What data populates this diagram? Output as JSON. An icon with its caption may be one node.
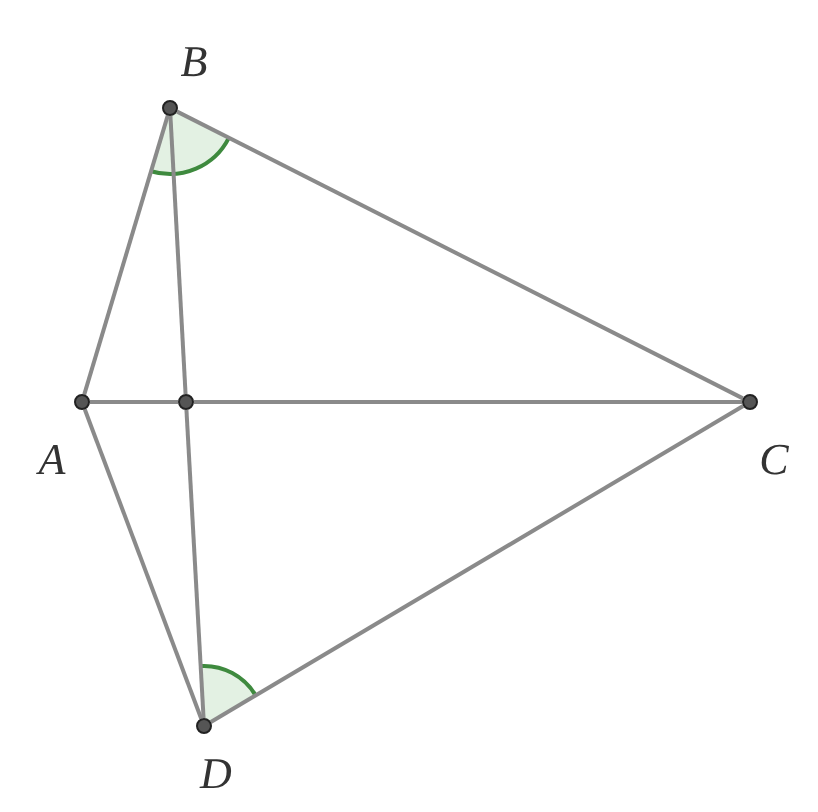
{
  "diagram": {
    "nodes": [
      {
        "text": [
          "B"
        ]
      },
      {
        "text": [
          "A"
        ]
      },
      {
        "text": [],
        "shape": "circle"
      },
      {
        "text": [
          "C"
        ]
      },
      {
        "text": [
          "D"
        ]
      }
    ],
    "edges": [
      {
        "from": 1,
        "to": 0,
        "arrow": "none"
      },
      {
        "from": 0,
        "to": 3,
        "arrow": "none"
      },
      {
        "from": 3,
        "to": 4,
        "arrow": "none"
      },
      {
        "from": 4,
        "to": 1,
        "arrow": "none"
      },
      {
        "from": 1,
        "to": 2,
        "arrow": "none"
      },
      {
        "from": 2,
        "to": 3,
        "arrow": "none"
      },
      {
        "from": 0,
        "to": 2,
        "arrow": "none"
      },
      {
        "from": 2,
        "to": 4,
        "arrow": "none"
      }
    ]
  }
}
